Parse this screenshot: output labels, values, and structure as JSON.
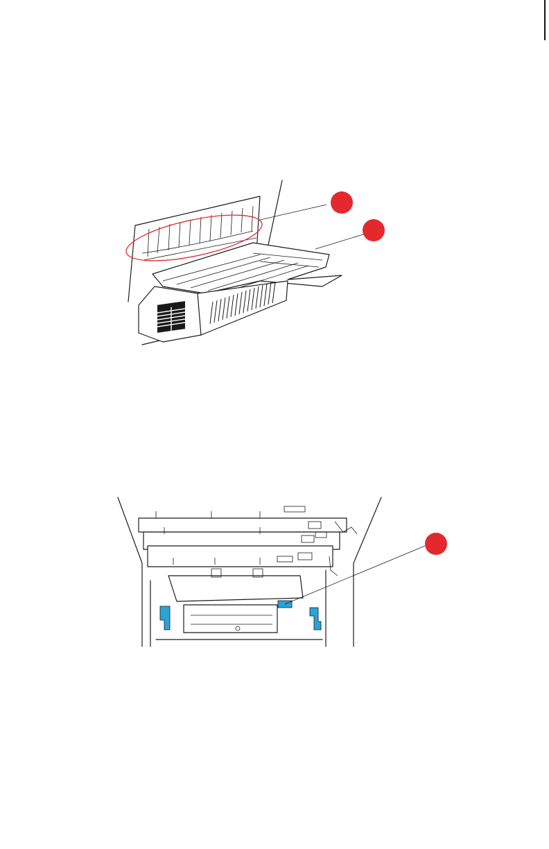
{
  "page": {
    "background": "#ffffff"
  },
  "figures": [
    {
      "id": "fuser-output-tray",
      "callouts": [
        {
          "icon": "red-callout-dot",
          "color": "#e3292e"
        },
        {
          "icon": "red-callout-dot",
          "color": "#e3292e"
        }
      ],
      "highlight_color": "#e3292e"
    },
    {
      "id": "printer-open-lid-fuser",
      "callouts": [
        {
          "icon": "red-callout-dot",
          "color": "#e3292e"
        }
      ],
      "lever_color": "#2aa3d8"
    }
  ]
}
